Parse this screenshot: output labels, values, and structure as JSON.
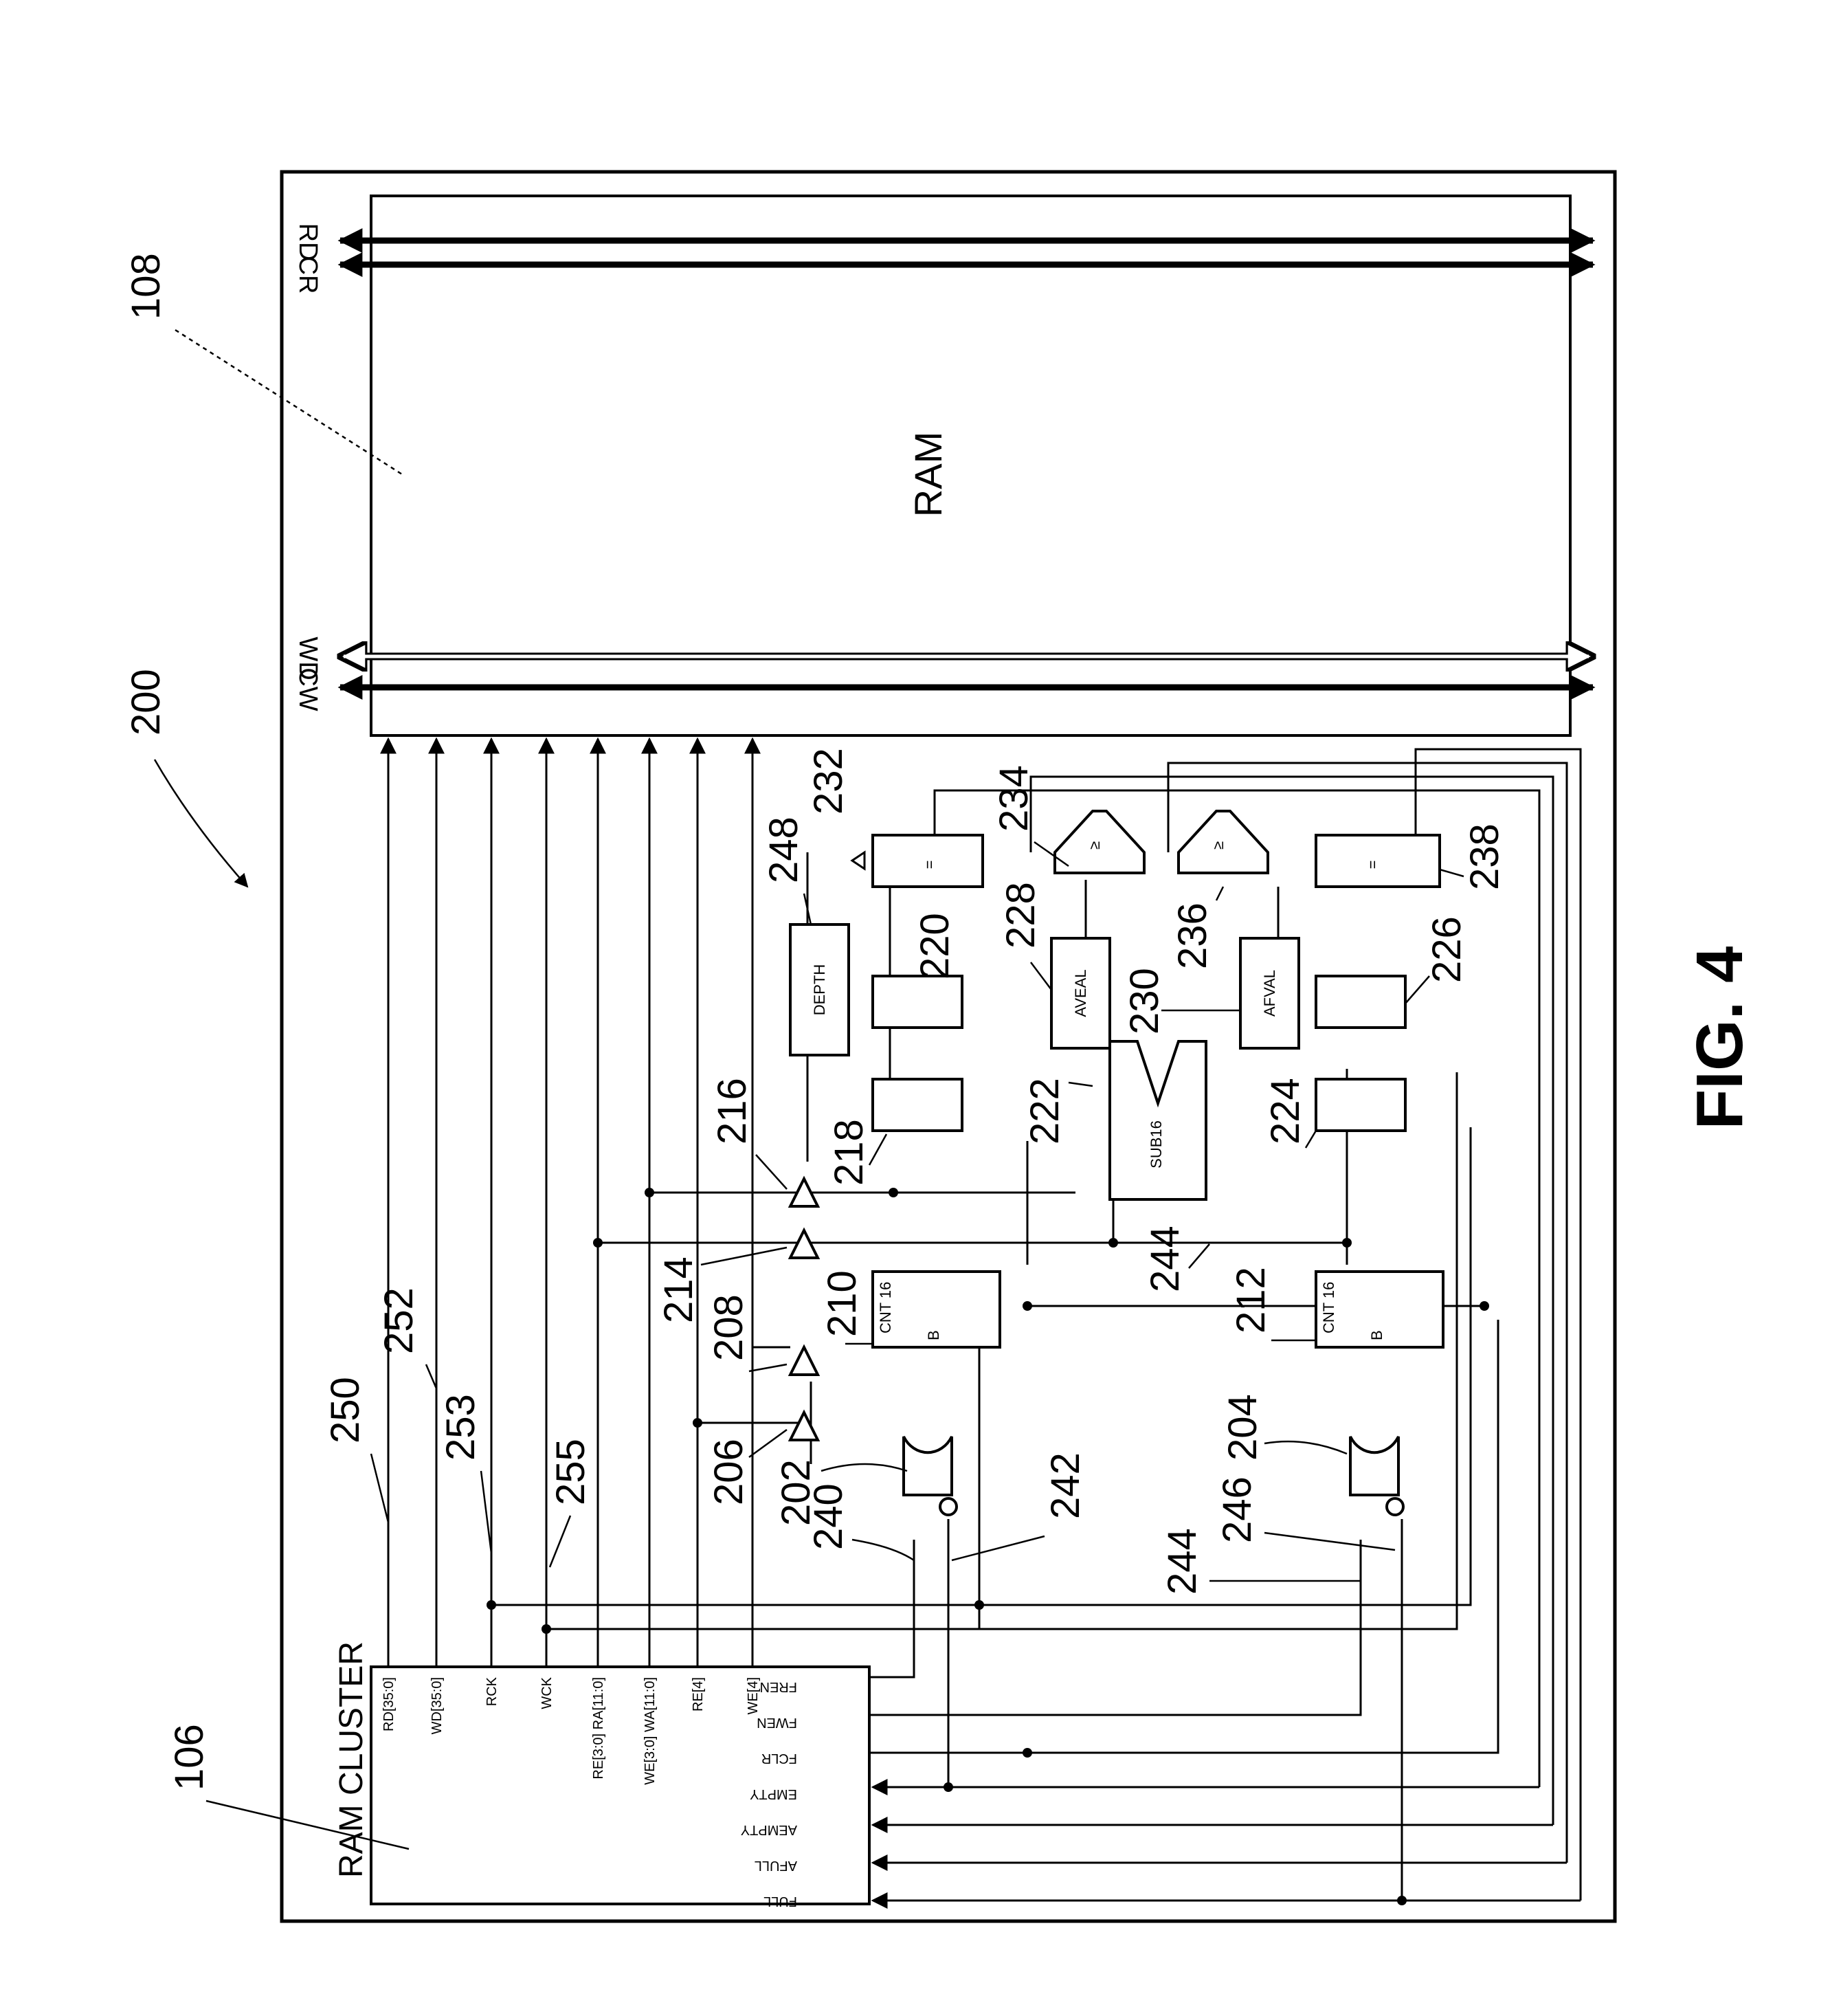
{
  "figure": {
    "fig_label": "FIG. 4",
    "ram_label": "RAM",
    "cluster_label": "RAM CLUSTER",
    "ram_top_ports": [
      "RD",
      "CR"
    ],
    "ram_bottom_ports": [
      "WD",
      "CW"
    ],
    "cluster_inputs": [
      "RD[35:0]",
      "WD[35:0]",
      "RCK",
      "WCK",
      "RE[3:0] RA[11:0]",
      "WE[3:0] WA[11:0]",
      "RE[4]",
      "WE[4]"
    ],
    "cluster_outputs": [
      "FREN",
      "FWEN",
      "FCLR",
      "EMPTY",
      "AEMPTY",
      "AFULL",
      "FULL"
    ],
    "blocks": {
      "depth": "DEPTH",
      "aveal": "AVEAL",
      "afval": "AFVAL",
      "sub": "SUB16",
      "cnt_read": "CNT 16",
      "cnt_write": "CNT 16",
      "cnt_b": "B",
      "eq": "=",
      "ge": "≥"
    },
    "refs": {
      "r200": "200",
      "r108": "108",
      "r106": "106",
      "r250": "250",
      "r252": "252",
      "r253": "253",
      "r255": "255",
      "r202": "202",
      "r204": "204",
      "r206": "206",
      "r208": "208",
      "r210": "210",
      "r212": "212",
      "r214": "214",
      "r216": "216",
      "r218": "218",
      "r220": "220",
      "r222": "222",
      "r224": "224",
      "r226": "226",
      "r228": "228",
      "r230": "230",
      "r232": "232",
      "r234": "234",
      "r236": "236",
      "r238": "238",
      "r240": "240",
      "r242": "242",
      "r244a": "244",
      "r244b": "244",
      "r246": "246",
      "r248": "248"
    }
  }
}
